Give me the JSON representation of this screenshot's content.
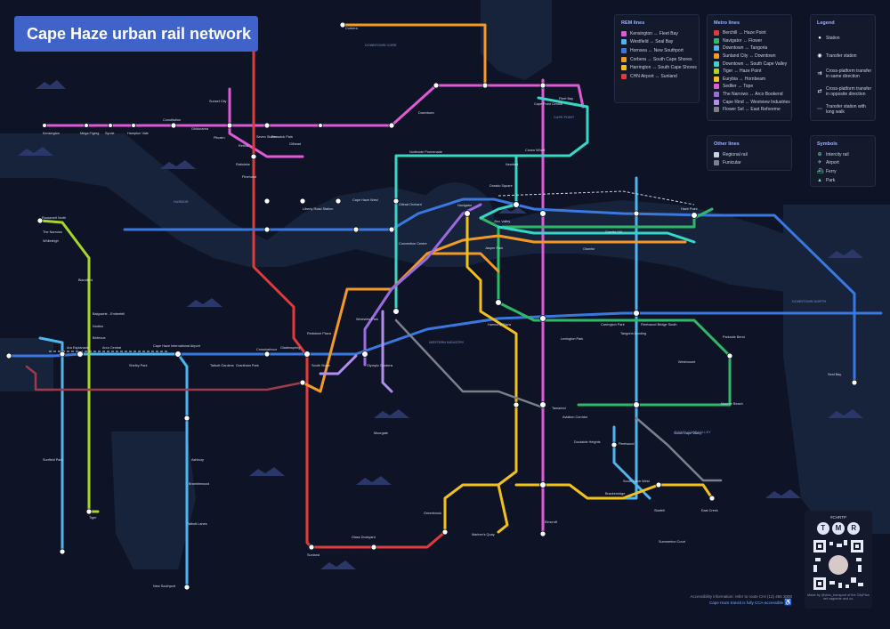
{
  "title": "Cape Haze urban rail network",
  "colors": {
    "background": "#0e1425",
    "water": "#152236",
    "title_bg": "#3f63c9",
    "pink": "#e05ad6",
    "red": "#e03b3b",
    "blue": "#3a78e0",
    "lightblue": "#4db6f0",
    "green": "#2fb86a",
    "teal": "#38d6c4",
    "orange": "#f29a25",
    "yellow": "#f2c21c",
    "lime": "#a5d628",
    "purple": "#9a6ae0",
    "lavender": "#b48cf0",
    "grey": "#7d7f8a",
    "darkred": "#9e3a4e"
  },
  "legend_rem": {
    "heading": "REM lines",
    "items": [
      {
        "label": "Kensington ↔ Fleet Bay",
        "color": "#e05ad6"
      },
      {
        "label": "Westfield ↔ Seal Bay",
        "color": "#4db6f0"
      },
      {
        "label": "Hornsea ↔ New Southport",
        "color": "#3a78e0"
      },
      {
        "label": "Corbera ↔ South Cape Shores",
        "color": "#f29a25"
      },
      {
        "label": "Harrington ↔ South Cape Shores",
        "color": "#f2c21c"
      },
      {
        "label": "CHN Airport ↔ Sunland",
        "color": "#e03b3b"
      }
    ]
  },
  "legend_metro": {
    "heading": "Metro lines",
    "items": [
      {
        "label": "Berchill ↔ Haze Point",
        "color": "#e03b3b"
      },
      {
        "label": "Navigator ↔ Flower",
        "color": "#2fb86a"
      },
      {
        "label": "Downtown ↔ Tangoria",
        "color": "#4db6f0"
      },
      {
        "label": "Sunland City ↔ Downtown",
        "color": "#f29a25"
      },
      {
        "label": "Downtown ↔ South Cape Valley",
        "color": "#38d6c4"
      },
      {
        "label": "Tiger ↔ Haze Point",
        "color": "#a5d628"
      },
      {
        "label": "Eurybia ↔ Hornbeam",
        "color": "#f2c21c"
      },
      {
        "label": "Sedlier ↔ Tope",
        "color": "#e05ad6"
      },
      {
        "label": "The Narrows ↔ Arco Bookend",
        "color": "#9a6ae0"
      },
      {
        "label": "Cape Rind ↔ Westview Industries",
        "color": "#b48cf0"
      },
      {
        "label": "Flower Sel ↔ East Reforeme",
        "color": "#7d7f8a"
      }
    ]
  },
  "legend_station": {
    "heading": "Legend",
    "items": [
      "Station",
      "Transfer station",
      "Cross-platform transfer in same direction",
      "Cross-platform transfer in opposite direction",
      "Transfer station with long walk"
    ]
  },
  "legend_other": {
    "heading": "Other lines",
    "items": [
      "Regional rail",
      "Funicular"
    ]
  },
  "legend_symbols": {
    "heading": "Symbols",
    "items": [
      "Intercity rail",
      "Airport",
      "Ferry",
      "Park"
    ]
  },
  "station_labels": [
    {
      "text": "Kensington"
    },
    {
      "text": "Mega Figerg"
    },
    {
      "text": "Syrcle"
    },
    {
      "text": "Hampton Vale"
    },
    {
      "text": "Constitution"
    },
    {
      "text": "Ghidorarea"
    },
    {
      "text": "Sunset City"
    },
    {
      "text": "Pitcairn"
    },
    {
      "text": "Rethia"
    },
    {
      "text": "Ratioleke"
    },
    {
      "text": "Seven Sisters"
    },
    {
      "text": "Fernwick Park"
    },
    {
      "text": "Gilhead"
    },
    {
      "text": "Roosevelt North"
    },
    {
      "text": "The Narrows"
    },
    {
      "text": "Whiteleigh"
    },
    {
      "text": "Blandford"
    },
    {
      "text": "Balgowrie - Emberfell"
    },
    {
      "text": "Northin"
    },
    {
      "text": "Bellevue"
    },
    {
      "text": "Ara Esplanade"
    },
    {
      "text": "Arco Central"
    },
    {
      "text": "Shelby Park"
    },
    {
      "text": "Cape Haze International Airport"
    },
    {
      "text": "Talbott Gardens"
    },
    {
      "text": "Grantham Park"
    },
    {
      "text": "Crossharbour"
    },
    {
      "text": "Gladesspring"
    },
    {
      "text": "Redstone Plaza"
    },
    {
      "text": "South Stone"
    },
    {
      "text": "Olympic Gardens"
    },
    {
      "text": "Convention Centre"
    },
    {
      "text": "Westview Park"
    },
    {
      "text": "Northside Promenade"
    },
    {
      "text": "Cape Haze West"
    },
    {
      "text": "Gilead Orchard"
    },
    {
      "text": "Liberty Road Station"
    },
    {
      "text": "Dorado Square"
    },
    {
      "text": "Crown Wharf"
    },
    {
      "text": "Cape Point Central"
    },
    {
      "text": "Newford"
    },
    {
      "text": "Zinc Valley"
    },
    {
      "text": "Harmony Plaza"
    },
    {
      "text": "Lexington Park"
    },
    {
      "text": "Carrington Park"
    },
    {
      "text": "Tangoria Landing"
    },
    {
      "text": "Westmount"
    },
    {
      "text": "Aviation Corridor"
    },
    {
      "text": "Fleetwood Bridge South"
    },
    {
      "text": "Tamarind"
    },
    {
      "text": "South Cape West"
    },
    {
      "text": "Brackenridge"
    },
    {
      "text": "Starfell"
    },
    {
      "text": "East Creek"
    },
    {
      "text": "Summerton Court"
    },
    {
      "text": "Glass Dockyard"
    },
    {
      "text": "Talbott Lanes"
    },
    {
      "text": "New Southport"
    },
    {
      "text": "Parkside Bend"
    },
    {
      "text": "Mariner Beach"
    },
    {
      "text": "Seal Bay"
    },
    {
      "text": "Fleet Bay"
    },
    {
      "text": "Sunland"
    },
    {
      "text": "Haze Point"
    },
    {
      "text": "Jasper Park"
    },
    {
      "text": "Olamfor"
    },
    {
      "text": "Granite Hill"
    },
    {
      "text": "South Cape Valley"
    },
    {
      "text": "Dockside Heights"
    },
    {
      "text": "Greenbrook"
    },
    {
      "text": "Mariner's Quay"
    },
    {
      "text": "Elmcroft"
    },
    {
      "text": "Sunfield Park"
    },
    {
      "text": "Corbera"
    },
    {
      "text": "Fleetwood"
    },
    {
      "text": "Ashbury"
    },
    {
      "text": "Tiger"
    },
    {
      "text": "Navigator"
    },
    {
      "text": "Downtown"
    },
    {
      "text": "Pinehurst"
    },
    {
      "text": "Bramblewood"
    },
    {
      "text": "Moorgate"
    }
  ],
  "district_labels": [
    {
      "text": "DOWNTOWN CORE"
    },
    {
      "text": "WESTERN INDUSTRY"
    },
    {
      "text": "SOUTH CAPE VALLEY"
    },
    {
      "text": "DOWNTOWN NORTH"
    },
    {
      "text": "CAPE POINT"
    },
    {
      "text": "HARBOR"
    }
  ],
  "qr": {
    "caption": "#CHRTP",
    "buttons": [
      "T",
      "M",
      "R"
    ],
    "credit": "Made by @civic_transport of the CityPlan net vagrante and co."
  },
  "footer": {
    "line1": "Accessibility information: refer to route CHI (12) 455 3000",
    "line2": "Cape Haze transit is fully CCA-accessible",
    "accessibility_icon": "wheelchair-icon"
  }
}
